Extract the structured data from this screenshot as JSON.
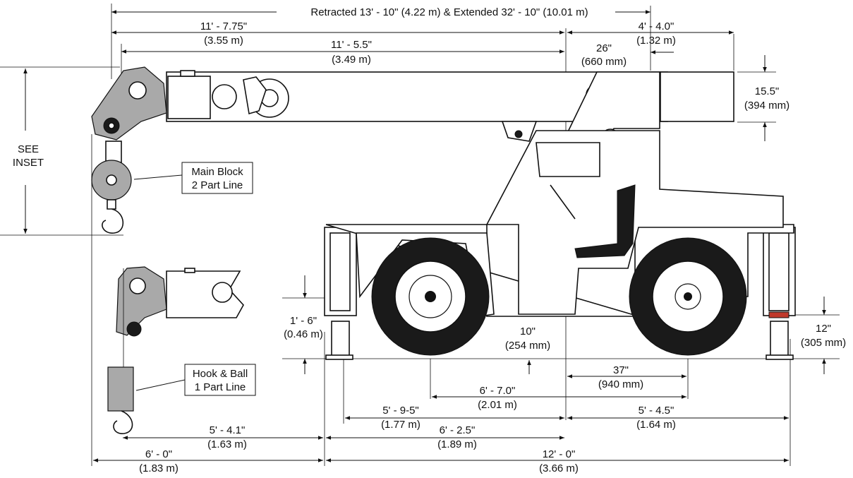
{
  "diagram": {
    "dimensions": {
      "retracted_extended": "Retracted 13' - 10\" (4.22 m) & Extended 32' - 10\" (10.01 m)",
      "boom_front": {
        "imperial": "11' - 7.75\"",
        "metric": "(3.55 m)"
      },
      "boom_sheave": {
        "imperial": "11' - 5.5\"",
        "metric": "(3.49 m)"
      },
      "rear_overhang": {
        "imperial": "4' - 4.0\"",
        "metric": "(1.32 m)"
      },
      "pivot_offset": {
        "imperial": "26\"",
        "metric": "(660 mm)"
      },
      "boom_height": {
        "imperial": "15.5\"",
        "metric": "(394 mm)"
      },
      "outrigger_height": {
        "imperial": "1' - 6\"",
        "metric": "(0.46 m)"
      },
      "ground_clearance": {
        "imperial": "10\"",
        "metric": "(254 mm)"
      },
      "rear_pad": {
        "imperial": "12\"",
        "metric": "(305 mm)"
      },
      "rear_axle_offset": {
        "imperial": "37\"",
        "metric": "(940 mm)"
      },
      "wheelbase": {
        "imperial": "6' - 7.0\"",
        "metric": "(2.01 m)"
      },
      "front_axle": {
        "imperial": "5' - 9-5\"",
        "metric": "(1.77 m)"
      },
      "rear_axle": {
        "imperial": "5' - 4.5\"",
        "metric": "(1.64 m)"
      },
      "hook_reach": {
        "imperial": "5' - 4.1\"",
        "metric": "(1.63 m)"
      },
      "front_to_center": {
        "imperial": "6' - 2.5\"",
        "metric": "(1.89 m)"
      },
      "front_reach": {
        "imperial": "6' - 0\"",
        "metric": "(1.83 m)"
      },
      "overall_length": {
        "imperial": "12' - 0\"",
        "metric": "(3.66 m)"
      }
    },
    "labels": {
      "see_inset_1": "SEE",
      "see_inset_2": "INSET",
      "main_block_1": "Main Block",
      "main_block_2": "2 Part Line",
      "hook_ball_1": "Hook & Ball",
      "hook_ball_2": "1 Part Line"
    }
  }
}
